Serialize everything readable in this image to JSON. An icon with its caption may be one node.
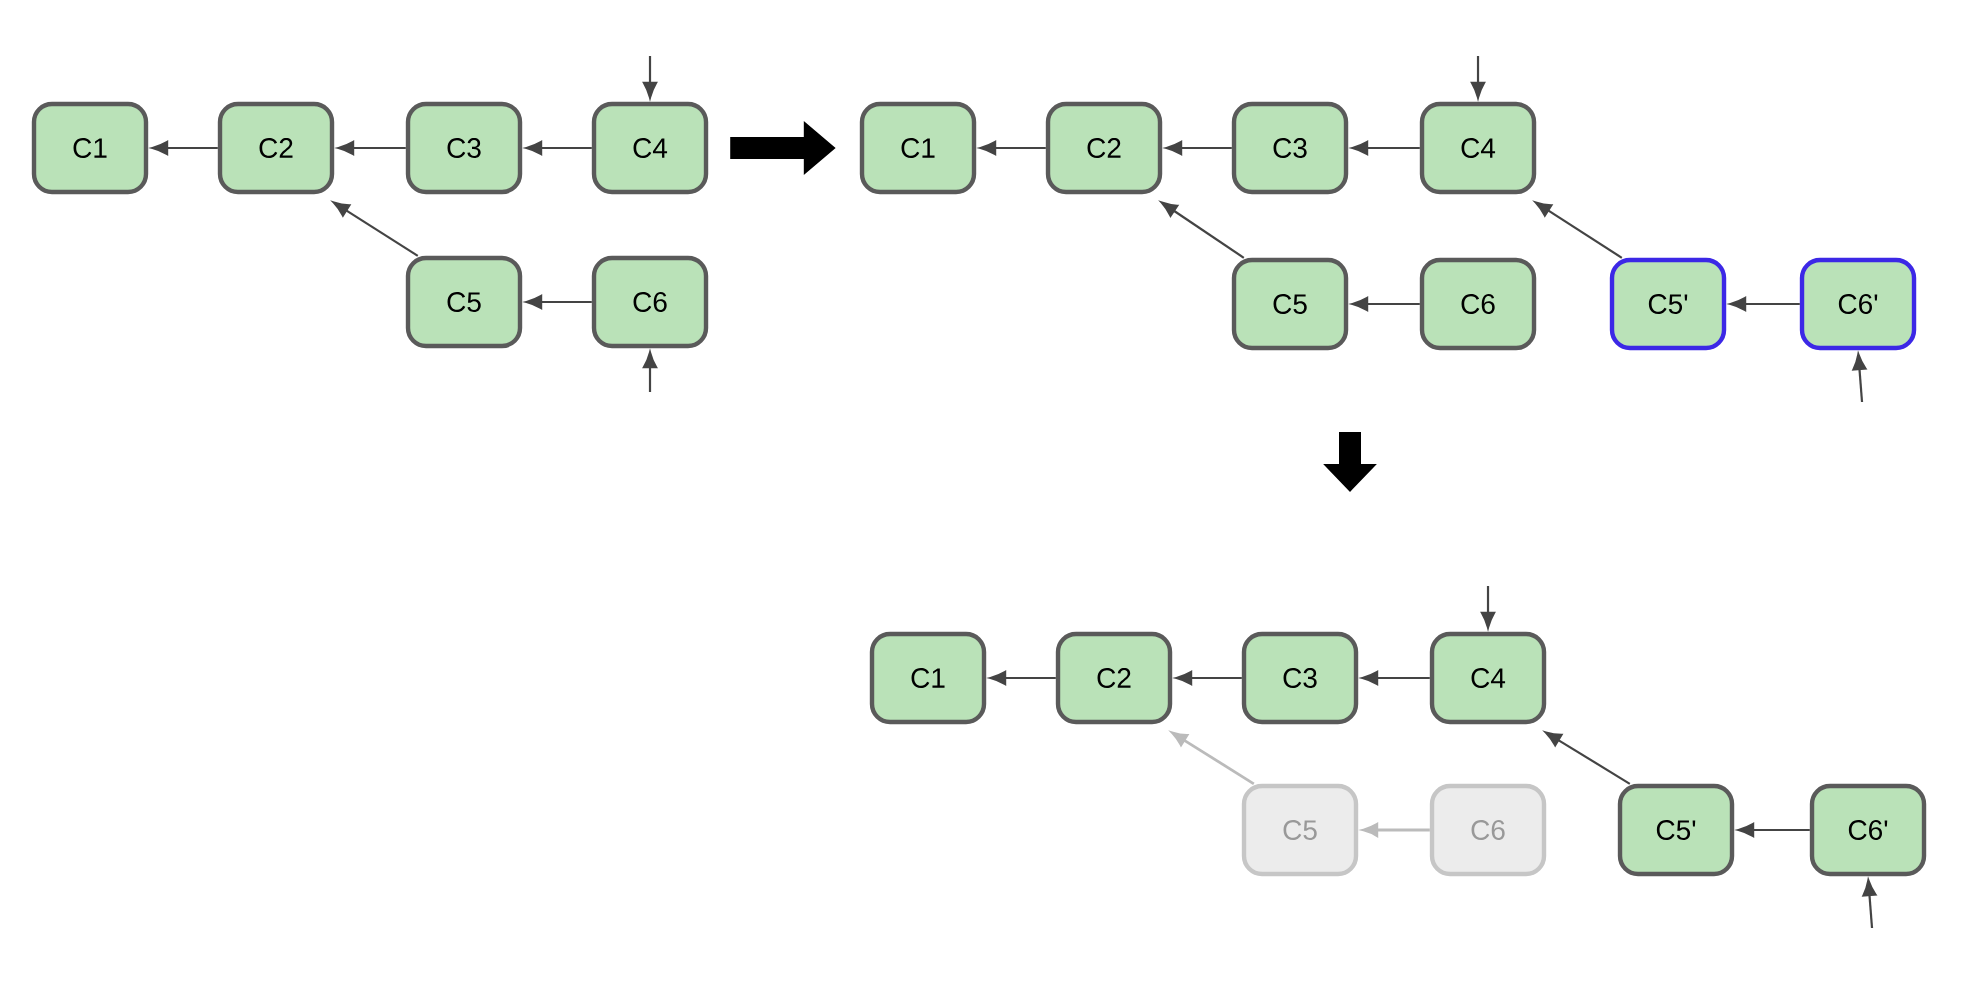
{
  "diagram": {
    "nodes": [
      {
        "text": [
          "C1"
        ]
      },
      {
        "text": [
          "C2"
        ]
      },
      {
        "text": [
          "C3"
        ]
      },
      {
        "text": [
          "C4"
        ]
      },
      {
        "text": [
          "C5"
        ]
      },
      {
        "text": [
          "C6"
        ]
      },
      {
        "text": [
          "C1"
        ]
      },
      {
        "text": [
          "C2"
        ]
      },
      {
        "text": [
          "C3"
        ]
      },
      {
        "text": [
          "C4"
        ]
      },
      {
        "text": [
          "C5"
        ]
      },
      {
        "text": [
          "C6"
        ]
      },
      {
        "text": [
          "C5'"
        ]
      },
      {
        "text": [
          "C6'"
        ]
      },
      {
        "text": [
          "C1"
        ]
      },
      {
        "text": [
          "C2"
        ]
      },
      {
        "text": [
          "C3"
        ]
      },
      {
        "text": [
          "C4"
        ]
      },
      {
        "text": [
          "C5"
        ]
      },
      {
        "text": [
          "C6"
        ]
      },
      {
        "text": [
          "C5'"
        ]
      },
      {
        "text": [
          "C6'"
        ]
      }
    ],
    "edges": [
      {
        "from": 1,
        "to": 0,
        "arrow": "to"
      },
      {
        "from": 2,
        "to": 1,
        "arrow": "to"
      },
      {
        "from": 3,
        "to": 2,
        "arrow": "to"
      },
      {
        "from": 4,
        "to": 1,
        "arrow": "to"
      },
      {
        "from": 5,
        "to": 4,
        "arrow": "to"
      },
      {
        "from": null,
        "to": 3,
        "arrow": "to"
      },
      {
        "from": null,
        "to": 5,
        "arrow": "to"
      },
      {
        "from": 3,
        "to": 6,
        "arrow": "to",
        "style": "thick",
        "color": "#000000"
      },
      {
        "from": 7,
        "to": 6,
        "arrow": "to"
      },
      {
        "from": 8,
        "to": 7,
        "arrow": "to"
      },
      {
        "from": 9,
        "to": 8,
        "arrow": "to"
      },
      {
        "from": 10,
        "to": 7,
        "arrow": "to"
      },
      {
        "from": 11,
        "to": 10,
        "arrow": "to"
      },
      {
        "from": 12,
        "to": 9,
        "arrow": "to"
      },
      {
        "from": 13,
        "to": 12,
        "arrow": "to"
      },
      {
        "from": null,
        "to": 9,
        "arrow": "to"
      },
      {
        "from": null,
        "to": 13,
        "arrow": "to"
      },
      {
        "from": 15,
        "to": 14,
        "arrow": "to"
      },
      {
        "from": 16,
        "to": 15,
        "arrow": "to"
      },
      {
        "from": 17,
        "to": 16,
        "arrow": "to"
      },
      {
        "from": 18,
        "to": 15,
        "arrow": "to",
        "color": "#bbbbbb"
      },
      {
        "from": 19,
        "to": 18,
        "arrow": "to",
        "color": "#bbbbbb"
      },
      {
        "from": 20,
        "to": 17,
        "arrow": "to"
      },
      {
        "from": 21,
        "to": 20,
        "arrow": "to"
      },
      {
        "from": null,
        "to": 17,
        "arrow": "to"
      },
      {
        "from": null,
        "to": 21,
        "arrow": "to"
      }
    ]
  }
}
